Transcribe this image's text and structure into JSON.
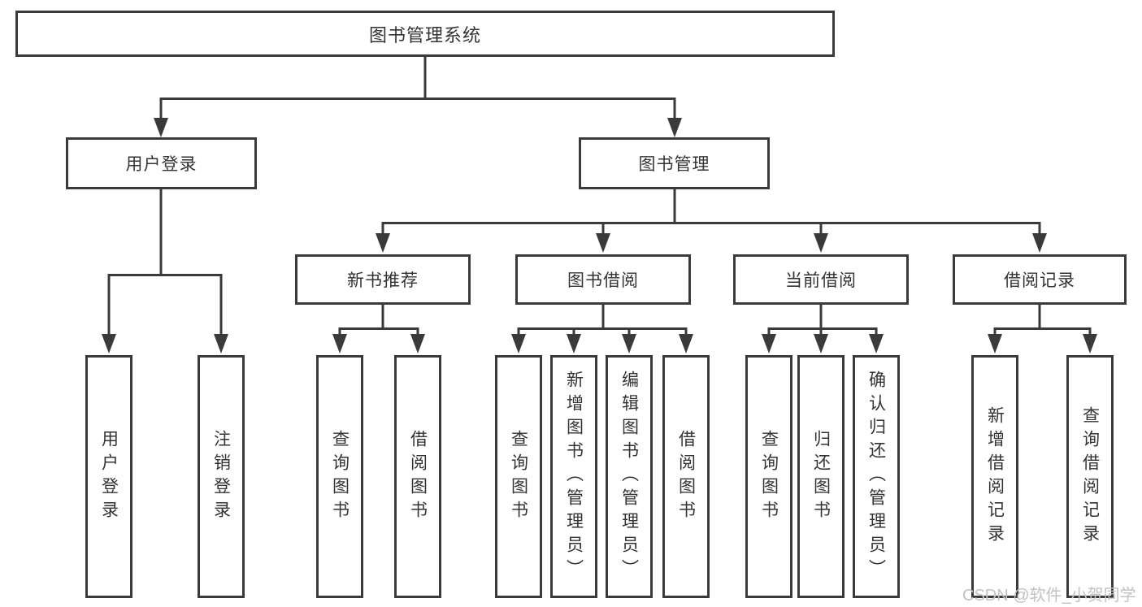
{
  "colors": {
    "line": "#3a3a3a",
    "box_border": "#3a3a3a",
    "text": "#333333",
    "watermark": "#c2c2c2",
    "background": "#ffffff"
  },
  "watermark": {
    "text": "CSDN @软件_小贺同学"
  },
  "diagram": {
    "root": {
      "label": "图书管理系统"
    },
    "branches": [
      {
        "label": "用户登录",
        "children": [
          {
            "label": "用户登录"
          },
          {
            "label": "注销登录"
          }
        ]
      },
      {
        "label": "图书管理",
        "children": [
          {
            "label": "新书推荐",
            "children": [
              {
                "label": "查询图书"
              },
              {
                "label": "借阅图书"
              }
            ]
          },
          {
            "label": "图书借阅",
            "children": [
              {
                "label": "查询图书"
              },
              {
                "label": "新增图书（管理员）"
              },
              {
                "label": "编辑图书（管理员）"
              },
              {
                "label": "借阅图书"
              }
            ]
          },
          {
            "label": "当前借阅",
            "children": [
              {
                "label": "查询图书"
              },
              {
                "label": "归还图书"
              },
              {
                "label": "确认归还（管理员）"
              }
            ]
          },
          {
            "label": "借阅记录",
            "children": [
              {
                "label": "新增借阅记录"
              },
              {
                "label": "查询借阅记录"
              }
            ]
          }
        ]
      }
    ]
  }
}
